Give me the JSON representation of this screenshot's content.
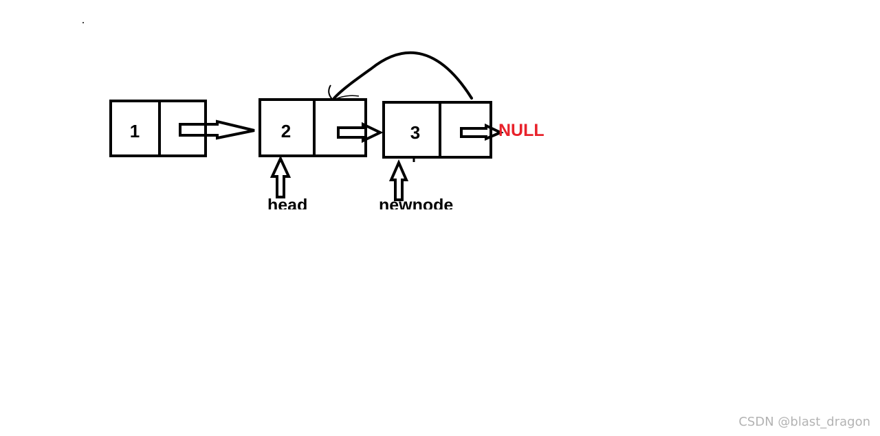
{
  "diagram": {
    "nodes": [
      {
        "value": "1"
      },
      {
        "value": "2"
      },
      {
        "value": "3"
      }
    ],
    "pointers": {
      "head": "head",
      "newnode": "newnode"
    },
    "null_label": "NULL",
    "colors": {
      "stroke": "#000000",
      "null_text": "#e8222b",
      "watermark": "#b3b3b3"
    }
  },
  "watermark": "CSDN @blast_dragon"
}
